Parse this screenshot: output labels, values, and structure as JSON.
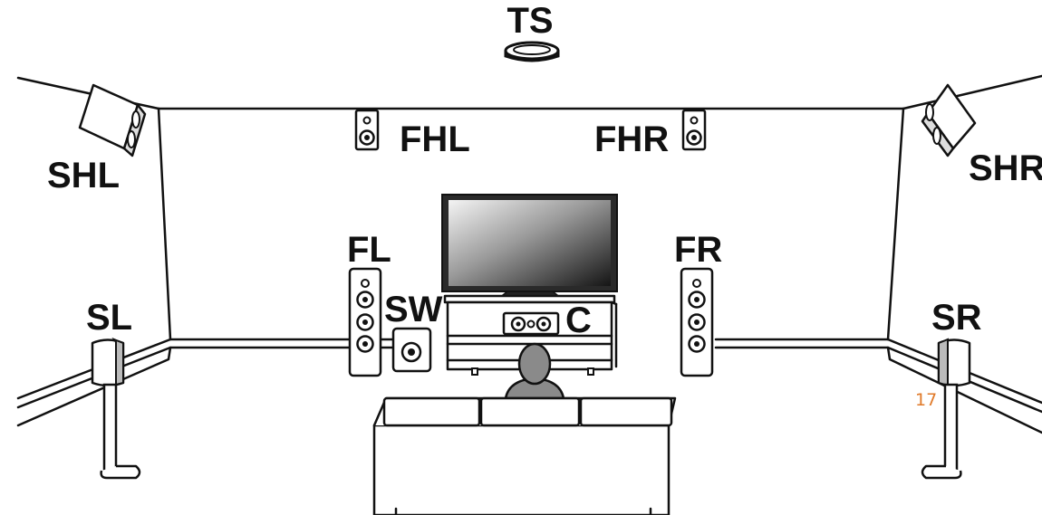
{
  "labels": {
    "ts": "TS",
    "shl": "SHL",
    "shr": "SHR",
    "fhl": "FHL",
    "fhr": "FHR",
    "fl": "FL",
    "fr": "FR",
    "sw": "SW",
    "c": "C",
    "sl": "SL",
    "sr": "SR"
  },
  "page_number": "17",
  "colors": {
    "line": "#111111",
    "page_number": "#e07a2a",
    "background": "#ffffff"
  }
}
